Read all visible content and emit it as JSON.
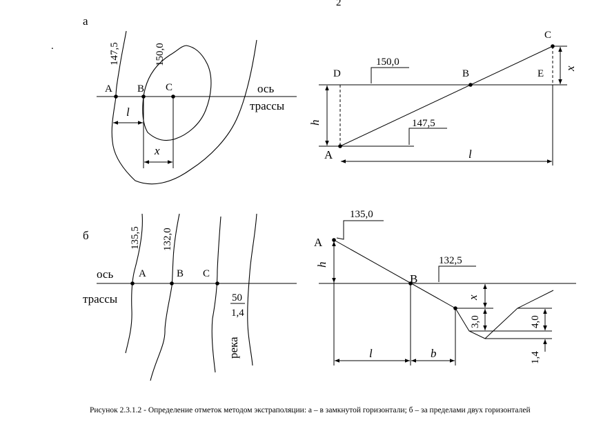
{
  "header_mark": "2",
  "dot_mark": ".",
  "panel_a": {
    "label": "а",
    "left": {
      "contour_labels": [
        "147,5",
        "150,0"
      ],
      "points": [
        "A",
        "B",
        "C"
      ],
      "axis_label_line1": "ось",
      "axis_label_line2": "трассы",
      "dim_l": "l",
      "dim_x": "x"
    },
    "right": {
      "points": [
        "A",
        "B",
        "C",
        "D",
        "E"
      ],
      "elev_high": "150,0",
      "elev_low": "147,5",
      "dim_h": "h",
      "dim_l": "l",
      "dim_x": "x"
    }
  },
  "panel_b": {
    "label": "б",
    "left": {
      "contour_labels": [
        "135,5",
        "132,0"
      ],
      "points": [
        "A",
        "B",
        "C"
      ],
      "axis_label_line1": "ось",
      "axis_label_line2": "трассы",
      "river_frac_top": "50",
      "river_frac_bottom": "1,4",
      "river_label": "река"
    },
    "right": {
      "points": [
        "A",
        "B"
      ],
      "elev_high": "135,0",
      "elev_mid": "132,5",
      "dim_h": "h",
      "dim_l": "l",
      "dim_b": "b",
      "dim_x": "x",
      "dim_30": "3,0",
      "dim_40": "4,0",
      "dim_14": "1,4"
    }
  },
  "caption": "Рисунок 2.3.1.2 - Определение отметок методом экстраполяции: а – в замкнутой горизонтали;    б – за пределами двух горизонталей"
}
